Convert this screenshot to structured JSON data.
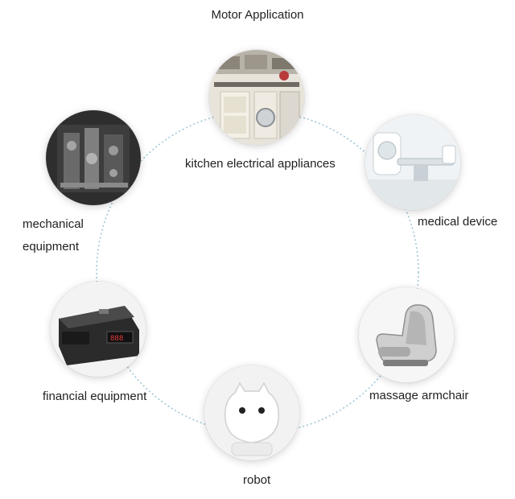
{
  "title": "Motor Application",
  "applications": [
    {
      "label": "kitchen electrical appliances",
      "icon": "kitchen-icon"
    },
    {
      "label": "medical device",
      "icon": "ct-scanner-icon"
    },
    {
      "label": "massage armchair",
      "icon": "massage-chair-icon"
    },
    {
      "label": "robot",
      "icon": "robot-icon"
    },
    {
      "label": "financial equipment",
      "icon": "money-counter-icon"
    },
    {
      "label_line1": "mechanical",
      "label_line2": "equipment",
      "icon": "machinery-icon"
    }
  ],
  "colors": {
    "ring": "#9fc7d8",
    "text": "#1f1f1f"
  }
}
